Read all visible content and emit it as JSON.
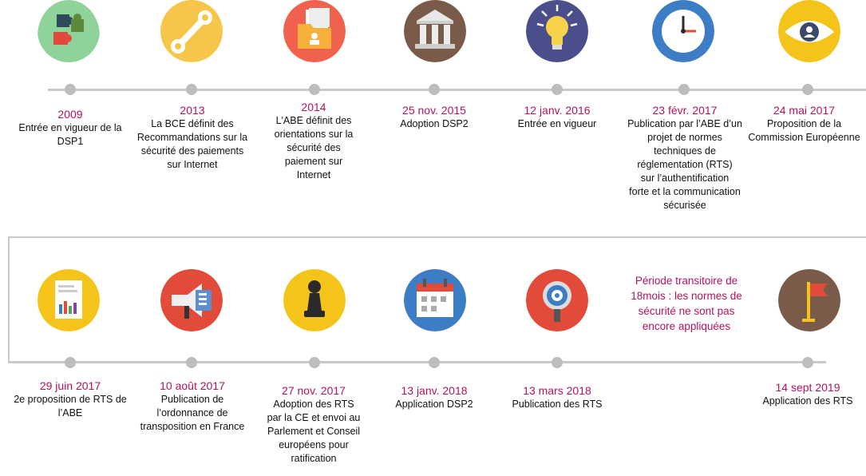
{
  "events": [
    {
      "date": "2009",
      "desc": [
        "Entrée en vigueur de la",
        "DSP1"
      ],
      "icon": "puzzle-icon"
    },
    {
      "date": "2013",
      "desc": [
        "La BCE définit des",
        "Recommandations sur la",
        "sécurité des paiements",
        "sur Internet"
      ],
      "icon": "wrench-icon"
    },
    {
      "date": "2014",
      "desc": [
        "L'ABE définit des",
        "orientations sur la",
        "sécurité des",
        "paiement sur",
        "Internet"
      ],
      "icon": "folder-icon"
    },
    {
      "date": "25 nov. 2015",
      "desc": [
        "Adoption DSP2"
      ],
      "icon": "building-icon"
    },
    {
      "date": "12 janv. 2016",
      "desc": [
        "Entrée en vigueur"
      ],
      "icon": "lightbulb-icon"
    },
    {
      "date": "23 févr. 2017",
      "desc": [
        "Publication par l’ABE d’un",
        "projet de normes",
        "techniques de",
        "réglementation (RTS)",
        "sur l’authentification",
        "forte et la communication",
        "sécurisée"
      ],
      "icon": "clock-icon"
    },
    {
      "date": "24 mai 2017",
      "desc": [
        "Proposition de la",
        "Commission Européenne"
      ],
      "icon": "eye-icon"
    },
    {
      "date": "29 juin 2017",
      "desc": [
        "2e proposition de RTS de",
        "l’ABE"
      ],
      "icon": "report-icon"
    },
    {
      "date": "10 août 2017",
      "desc": [
        "Publication de",
        "l’ordonnance de",
        "transposition en France"
      ],
      "icon": "megaphone-icon"
    },
    {
      "date": "27 nov. 2017",
      "desc": [
        "Adoption des RTS",
        "par la CE et envoi au",
        "Parlement et Conseil",
        "européens pour",
        "ratification"
      ],
      "icon": "chess-pawn-icon"
    },
    {
      "date": "13 janv. 2018",
      "desc": [
        "Application DSP2"
      ],
      "icon": "calendar-icon"
    },
    {
      "date": "13 mars 2018",
      "desc": [
        "Publication des RTS"
      ],
      "icon": "magnifier-gear-icon"
    },
    {
      "date": "14 sept 2019",
      "desc": [
        "Application des RTS"
      ],
      "icon": "flag-icon"
    }
  ],
  "transition_note": [
    "Période transitoire de",
    "18mois : les normes de",
    "sécurité ne sont pas",
    "encore appliquées"
  ],
  "colors": {
    "date": "#b3135e",
    "track": "#c9c9c9",
    "dot": "#bdbdbd"
  }
}
